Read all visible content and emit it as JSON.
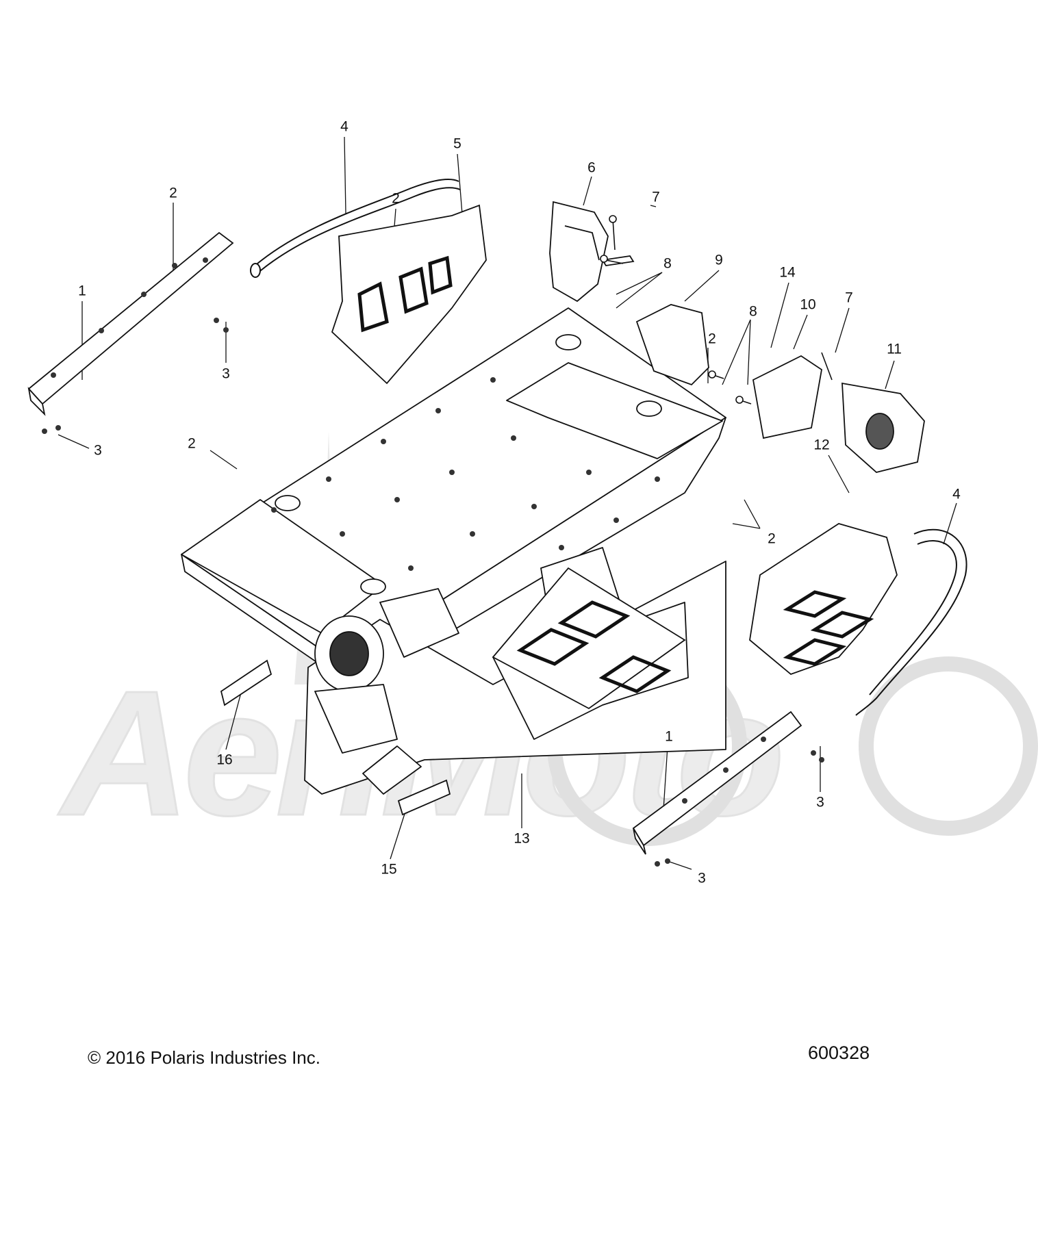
{
  "watermark": {
    "text": "AeriMoto",
    "color": "#e6e6e6"
  },
  "callouts": [
    {
      "id": "c1a",
      "text": "1"
    },
    {
      "id": "c2a",
      "text": "2"
    },
    {
      "id": "c3a",
      "text": "3"
    },
    {
      "id": "c3b",
      "text": "3"
    },
    {
      "id": "c4a",
      "text": "4"
    },
    {
      "id": "c2b",
      "text": "2"
    },
    {
      "id": "c5",
      "text": "5"
    },
    {
      "id": "c6",
      "text": "6"
    },
    {
      "id": "c7a",
      "text": "7"
    },
    {
      "id": "c8a",
      "text": "8"
    },
    {
      "id": "c9",
      "text": "9"
    },
    {
      "id": "c14",
      "text": "14"
    },
    {
      "id": "c10",
      "text": "10"
    },
    {
      "id": "c7b",
      "text": "7"
    },
    {
      "id": "c11",
      "text": "11"
    },
    {
      "id": "c8b",
      "text": "8"
    },
    {
      "id": "c2c",
      "text": "2"
    },
    {
      "id": "c2d",
      "text": "2"
    },
    {
      "id": "c2e",
      "text": "2"
    },
    {
      "id": "c12",
      "text": "12"
    },
    {
      "id": "c4b",
      "text": "4"
    },
    {
      "id": "c16",
      "text": "16"
    },
    {
      "id": "c1b",
      "text": "1"
    },
    {
      "id": "c3c",
      "text": "3"
    },
    {
      "id": "c13",
      "text": "13"
    },
    {
      "id": "c3d",
      "text": "3"
    },
    {
      "id": "c15",
      "text": "15"
    }
  ],
  "footer": {
    "copyright": "© 2016 Polaris Industries Inc.",
    "ref_number": "600328"
  }
}
